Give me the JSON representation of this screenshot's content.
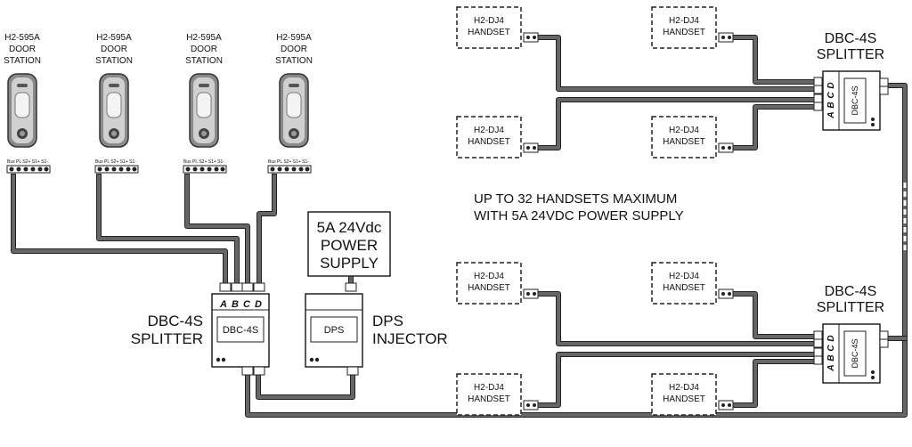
{
  "door_stations": [
    {
      "model": "H2-595A",
      "line1": "DOOR",
      "line2": "STATION",
      "terminal": "Bus  PL S2+ S1+ S1-"
    },
    {
      "model": "H2-595A",
      "line1": "DOOR",
      "line2": "STATION",
      "terminal": "Bus  PL S2+ S1+ S1-"
    },
    {
      "model": "H2-595A",
      "line1": "DOOR",
      "line2": "STATION",
      "terminal": "Bus  PL S2+ S1+ S1-"
    },
    {
      "model": "H2-595A",
      "line1": "DOOR",
      "line2": "STATION",
      "terminal": "Bus  PL S2+ S1+ S1-"
    }
  ],
  "main_splitter": {
    "line1": "DBC-4S",
    "line2": "SPLITTER",
    "module": "DBC-4S",
    "ports": [
      "A",
      "B",
      "C",
      "D"
    ]
  },
  "injector": {
    "line1": "DPS",
    "line2": "INJECTOR",
    "module": "DPS"
  },
  "power_supply": {
    "line1": "5A 24Vdc",
    "line2": "POWER",
    "line3": "SUPPLY"
  },
  "handset": {
    "model": "H2-DJ4",
    "label": "HANDSET"
  },
  "remote_splitter_top": {
    "line1": "DBC-4S",
    "line2": "SPLITTER",
    "module": "DBC-4S",
    "ports": [
      "A",
      "B",
      "C",
      "D"
    ]
  },
  "remote_splitter_bottom": {
    "line1": "DBC-4S",
    "line2": "SPLITTER",
    "module": "DBC-4S",
    "ports": [
      "A",
      "B",
      "C",
      "D"
    ]
  },
  "note": {
    "line1": "UP TO 32 HANDSETS   MAXIMUM",
    "line2": "WITH 5A 24VDC POWER SUPPLY"
  }
}
